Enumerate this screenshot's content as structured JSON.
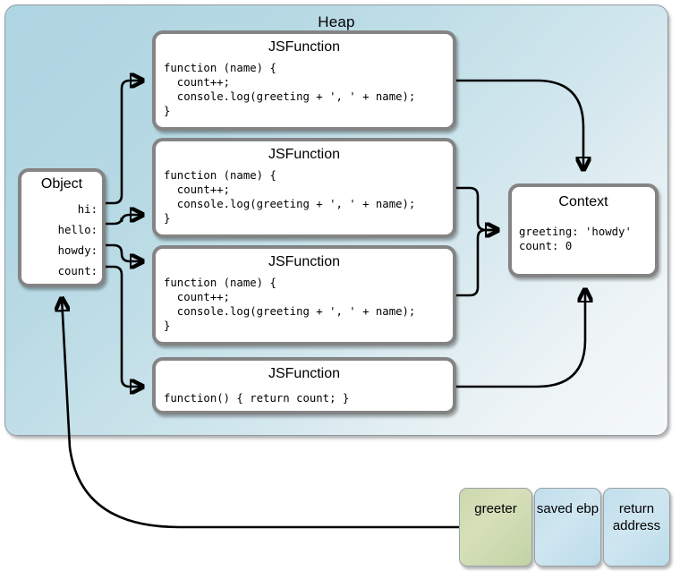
{
  "heap": {
    "title": "Heap",
    "bg_top_left_color": "#aed5e2",
    "bg_bottom_right_color": "#f4f8f9"
  },
  "object_node": {
    "title": "Object",
    "properties": [
      {
        "label": "hi:"
      },
      {
        "label": "hello:"
      },
      {
        "label": "howdy:"
      },
      {
        "label": "count:"
      }
    ]
  },
  "functions": [
    {
      "title": "JSFunction",
      "code": "function (name) {\n  count++;\n  console.log(greeting + ', ' + name);\n}"
    },
    {
      "title": "JSFunction",
      "code": "function (name) {\n  count++;\n  console.log(greeting + ', ' + name);\n}"
    },
    {
      "title": "JSFunction",
      "code": "function (name) {\n  count++;\n  console.log(greeting + ', ' + name);\n}"
    },
    {
      "title": "JSFunction",
      "code": "function() { return count; }"
    }
  ],
  "context_node": {
    "title": "Context",
    "code": "greeting: 'howdy'\ncount: 0"
  },
  "stack_frame": {
    "slots": [
      {
        "label": "greeter",
        "color": "#ccd8ac"
      },
      {
        "label": "saved ebp",
        "color": "#c1dfec"
      },
      {
        "label": "return address",
        "color": "#c1dfec"
      }
    ]
  },
  "colors": {
    "box_border": "#848484",
    "wire": "#000000",
    "box_fill": "#ffffff"
  }
}
